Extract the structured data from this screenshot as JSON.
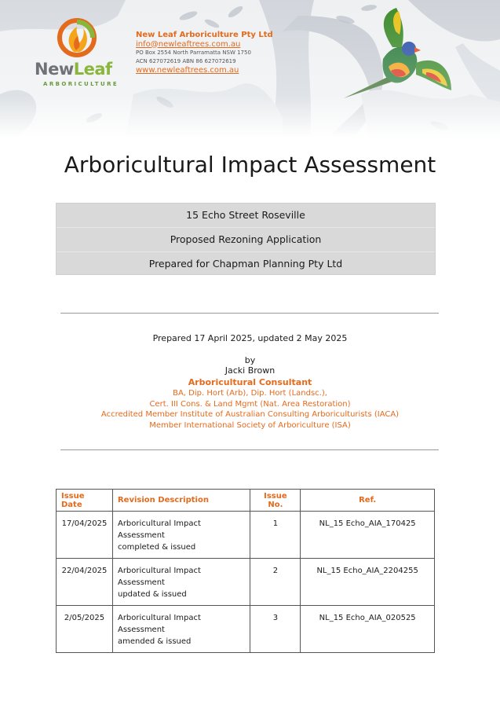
{
  "header": {
    "company_name": "New Leaf Arboriculture Pty Ltd",
    "email": "info@newleaftrees.com.au",
    "po_box": "PO Box 2554 North Parramatta NSW 1750",
    "acn_abn": "ACN 627072619 ABN 86 627072619",
    "website": "www.newleaftrees.com.au",
    "logo_word_new": "New",
    "logo_word_leaf": "Leaf",
    "logo_sub": "ARBORICULTURE"
  },
  "title": "Arboricultural Impact Assessment",
  "summary_box": {
    "address": "15 Echo Street Roseville",
    "application": "Proposed Rezoning Application",
    "prepared_for": "Prepared for Chapman Planning Pty Ltd"
  },
  "prepared": {
    "date_line": "Prepared 17 April 2025, updated 2 May 2025",
    "by": "by",
    "name": "Jacki Brown",
    "role": "Arboricultural Consultant",
    "credentials": [
      "BA, Dip. Hort (Arb), Dip. Hort (Landsc.),",
      "Cert. III Cons. & Land Mgmt (Nat. Area Restoration)",
      "Accredited Member Institute of Australian Consulting Arboriculturists (IACA)",
      "Member International Society of Arboriculture (ISA)"
    ]
  },
  "issue_table": {
    "headers": [
      "Issue Date",
      "Revision Description",
      "Issue No.",
      "Ref."
    ],
    "rows": [
      {
        "date": "17/04/2025",
        "desc_1": "Arboricultural Impact Assessment",
        "desc_2": "completed & issued",
        "no": "1",
        "ref": "NL_15 Echo_AIA_170425"
      },
      {
        "date": "22/04/2025",
        "desc_1": "Arboricultural Impact Assessment",
        "desc_2": "updated & issued",
        "no": "2",
        "ref": "NL_15 Echo_AIA_2204255"
      },
      {
        "date": "2/05/2025",
        "desc_1": "Arboricultural Impact Assessment",
        "desc_2": "amended & issued",
        "no": "3",
        "ref": "NL_15 Echo_AIA_020525"
      }
    ]
  },
  "colors": {
    "accent": "#e46a1c",
    "logo_grey": "#6f7277",
    "logo_green": "#8ab63b",
    "box_grey": "#d9d9d9"
  }
}
